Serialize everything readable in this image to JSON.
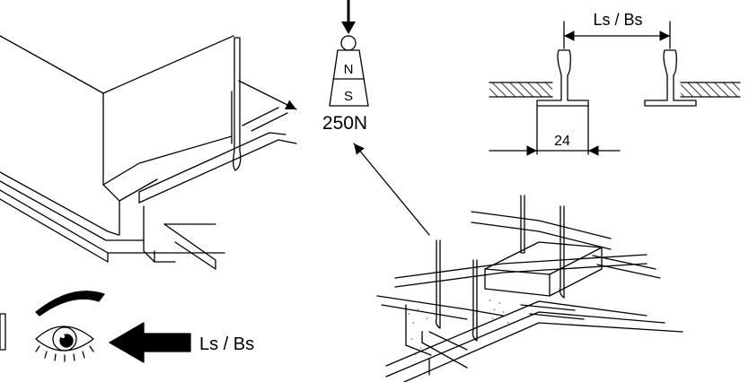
{
  "magnet": {
    "pole_north": "N",
    "pole_south": "S",
    "force_label": "250N"
  },
  "section": {
    "dimension_top": "Ls / Bs",
    "dimension_bottom": "24"
  },
  "inspection": {
    "direction_label": "Ls / Bs"
  },
  "colors": {
    "ink": "#000000",
    "paper": "#ffffff"
  }
}
